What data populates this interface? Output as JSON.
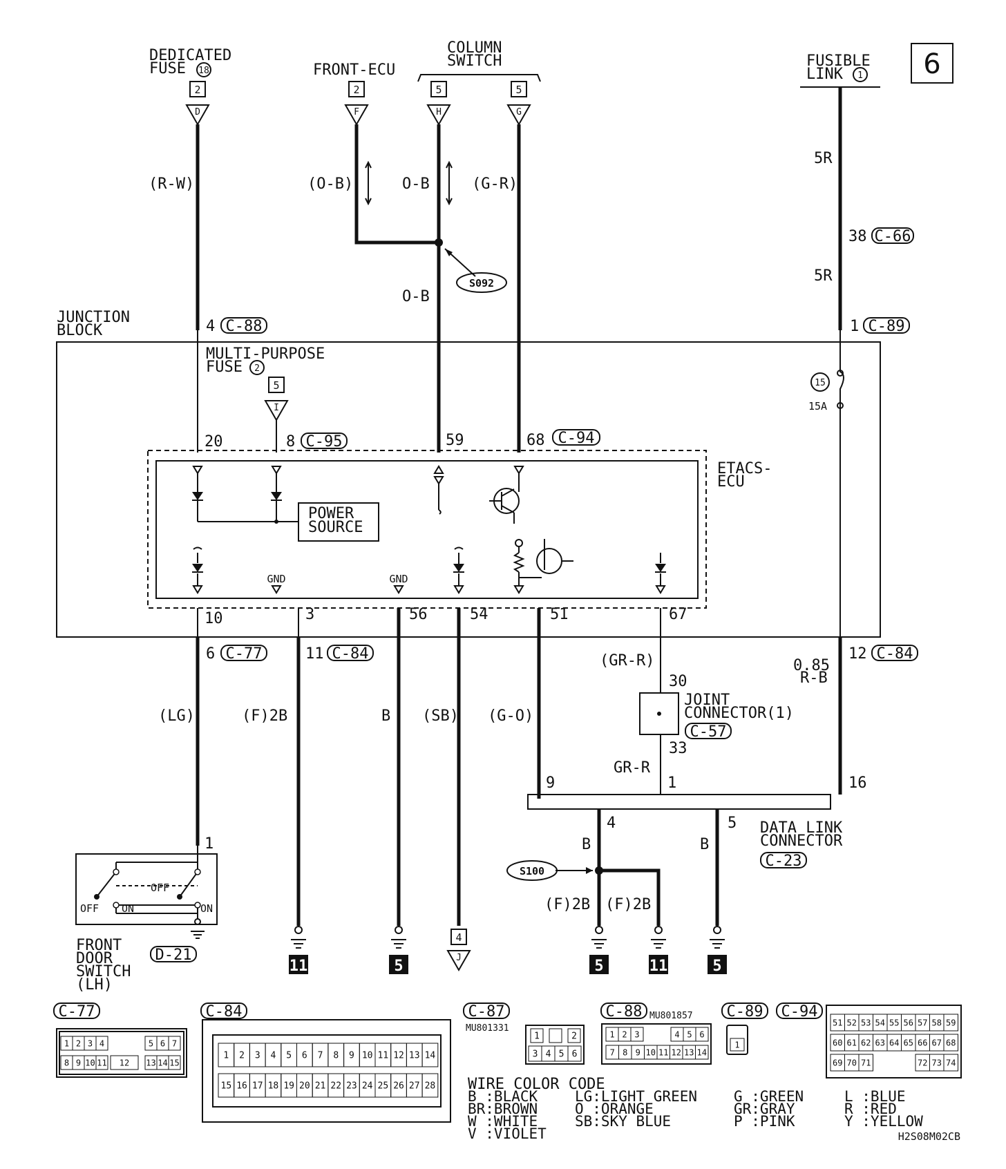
{
  "page_number": "6",
  "doc_code": "H2S08M02CB",
  "sources": {
    "dedicated_fuse": {
      "line1": "DEDICATED",
      "line2": "FUSE",
      "num": "18",
      "page": "2",
      "term": "D"
    },
    "front_ecu": {
      "label": "FRONT-ECU",
      "page": "2",
      "term": "F"
    },
    "column_switch": {
      "line1": "COLUMN",
      "line2": "SWITCH",
      "page_h": "5",
      "term_h": "H",
      "page_g": "5",
      "term_g": "G"
    },
    "fusible_link": {
      "line1": "FUSIBLE",
      "line2": "LINK",
      "num": "1"
    }
  },
  "wires": {
    "rw": "(R-W)",
    "ob_paren": "(O-B)",
    "ob": "O-B",
    "gr": "(G-R)",
    "ob_lower": "O-B",
    "r5_top": "5R",
    "r5_mid": "5R",
    "lg": "(LG)",
    "f2b_left": "(F)2B",
    "b_mid": "B",
    "sb": "(SB)",
    "go": "(G-O)",
    "grr_paren": "(GR-R)",
    "grr": "GR-R",
    "rb_size": "0.85",
    "rb": "R-B",
    "b_dl4": "B",
    "b_dl5": "B",
    "f2b_a": "(F)2B",
    "f2b_b": "(F)2B"
  },
  "splices": {
    "s092": "S092",
    "s100": "S100"
  },
  "connectors": {
    "c88_pin": "4",
    "c88": "C-88",
    "c66_pin": "38",
    "c66": "C-66",
    "c89_pin": "1",
    "c89": "C-89",
    "c95_pin": "8",
    "c95": "C-95",
    "c94_pin": "68",
    "c94": "C-94",
    "c77_pin": "6",
    "c77": "C-77",
    "c84a_pin": "11",
    "c84a": "C-84",
    "c84b_pin": "12",
    "c84b": "C-84",
    "c57": "C-57",
    "c23": "C-23",
    "d21": "D-21"
  },
  "junction_block": {
    "line1": "JUNCTION",
    "line2": "BLOCK",
    "mp_fuse1": "MULTI-PURPOSE",
    "mp_fuse2": "FUSE",
    "mp_num": "2",
    "fuse15": "15",
    "fuse15_amp": "15A",
    "page_i": "5",
    "term_i": "I"
  },
  "etacs": {
    "line1": "ETACS-",
    "line2": "ECU",
    "power1": "POWER",
    "power2": "SOURCE",
    "gnd1": "GND",
    "gnd2": "GND",
    "pin20": "20",
    "pin59": "59",
    "pin10": "10",
    "pin3": "3",
    "pin56": "56",
    "pin54": "54",
    "pin51": "51",
    "pin67": "67"
  },
  "joint_connector": {
    "line1": "JOINT",
    "line2": "CONNECTOR(1)",
    "pin30": "30",
    "pin33": "33"
  },
  "data_link": {
    "line1": "DATA LINK",
    "line2": "CONNECTOR",
    "pin9": "9",
    "pin1": "1",
    "pin16": "16",
    "pin4": "4",
    "pin5": "5"
  },
  "front_door_switch": {
    "line1": "FRONT",
    "line2": "DOOR",
    "line3": "SWITCH",
    "line4": "(LH)",
    "pin1": "1",
    "off1": "OFF",
    "on1": "ON",
    "off2": "OFF",
    "on2": "ON"
  },
  "grounds": {
    "g11a": "11",
    "g5a": "5",
    "g5b": "5",
    "g11b": "11",
    "g5c": "5",
    "page_j": "4",
    "term_j": "J"
  },
  "connector_views": {
    "c77": {
      "name": "C-77",
      "row1": [
        "1",
        "2",
        "3",
        "4",
        "5",
        "6",
        "7"
      ],
      "row2": [
        "8",
        "9",
        "10",
        "11",
        "12",
        "13",
        "14",
        "15"
      ]
    },
    "c84": {
      "name": "C-84",
      "row1": [
        "1",
        "2",
        "3",
        "4",
        "5",
        "6",
        "7",
        "8",
        "9",
        "10",
        "11",
        "12",
        "13",
        "14"
      ],
      "row2": [
        "15",
        "16",
        "17",
        "18",
        "19",
        "20",
        "21",
        "22",
        "23",
        "24",
        "25",
        "26",
        "27",
        "28"
      ]
    },
    "c87": {
      "name": "C-87",
      "part": "MU801331",
      "row1": [
        "1",
        "",
        "2"
      ],
      "row2": [
        "3",
        "4",
        "5",
        "6"
      ]
    },
    "c88": {
      "name": "C-88",
      "part": "MU801857",
      "row1": [
        "1",
        "2",
        "3",
        "4",
        "5",
        "6"
      ],
      "row2": [
        "7",
        "8",
        "9",
        "10",
        "11",
        "12",
        "13",
        "14"
      ]
    },
    "c89": {
      "name": "C-89",
      "pins": [
        "1"
      ]
    },
    "c94": {
      "name": "C-94",
      "row1": [
        "51",
        "52",
        "53",
        "54",
        "55",
        "56",
        "57",
        "58",
        "59"
      ],
      "row2": [
        "60",
        "61",
        "62",
        "63",
        "64",
        "65",
        "66",
        "67",
        "68"
      ],
      "row3a": [
        "69",
        "70",
        "71"
      ],
      "row3b": [
        "72",
        "73",
        "74"
      ]
    }
  },
  "wire_color_code": {
    "title": "WIRE COLOR CODE",
    "entries": [
      "B :BLACK",
      "BR:BROWN",
      "W :WHITE",
      "V :VIOLET",
      "LG:LIGHT GREEN",
      "O :ORANGE",
      "SB:SKY BLUE",
      "G :GREEN",
      "GR:GRAY",
      "P :PINK",
      "L :BLUE",
      "R :RED",
      "Y :YELLOW"
    ]
  }
}
